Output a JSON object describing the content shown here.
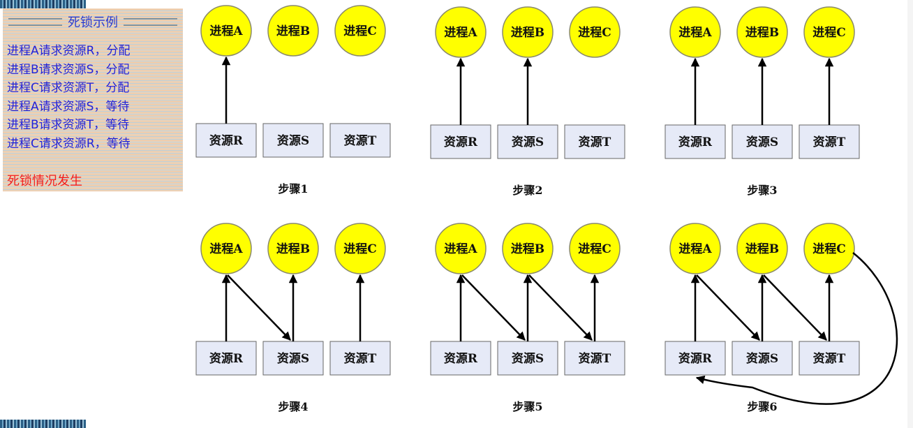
{
  "side_panel": {
    "title": "死锁示例",
    "lines": [
      "进程A请求资源R，分配",
      "进程B请求资源S，分配",
      "进程C请求资源T，分配",
      "进程A请求资源S，等待",
      "进程B请求资源T，等待",
      "进程C请求资源R，等待"
    ],
    "conclusion": "死锁情况发生"
  },
  "diagram": {
    "colors": {
      "process": "#ffff00",
      "resource": "#e6eaf7",
      "edge": "#000000",
      "panel_text": "#2323d8",
      "conclusion_text": "#f21d1d"
    },
    "process_labels": [
      "进程A",
      "进程B",
      "进程C"
    ],
    "resource_labels": [
      "资源R",
      "资源S",
      "资源T"
    ],
    "steps": [
      {
        "label": "步骤1",
        "edges": [
          [
            "R",
            "A"
          ]
        ]
      },
      {
        "label": "步骤2",
        "edges": [
          [
            "R",
            "A"
          ],
          [
            "S",
            "B"
          ]
        ]
      },
      {
        "label": "步骤3",
        "edges": [
          [
            "R",
            "A"
          ],
          [
            "S",
            "B"
          ],
          [
            "T",
            "C"
          ]
        ]
      },
      {
        "label": "步骤4",
        "edges": [
          [
            "R",
            "A"
          ],
          [
            "S",
            "B"
          ],
          [
            "T",
            "C"
          ],
          [
            "A",
            "S"
          ]
        ]
      },
      {
        "label": "步骤5",
        "edges": [
          [
            "R",
            "A"
          ],
          [
            "S",
            "B"
          ],
          [
            "T",
            "C"
          ],
          [
            "A",
            "S"
          ],
          [
            "B",
            "T"
          ]
        ]
      },
      {
        "label": "步骤6",
        "edges": [
          [
            "R",
            "A"
          ],
          [
            "S",
            "B"
          ],
          [
            "T",
            "C"
          ],
          [
            "A",
            "S"
          ],
          [
            "B",
            "T"
          ],
          [
            "C",
            "R"
          ]
        ]
      }
    ]
  }
}
